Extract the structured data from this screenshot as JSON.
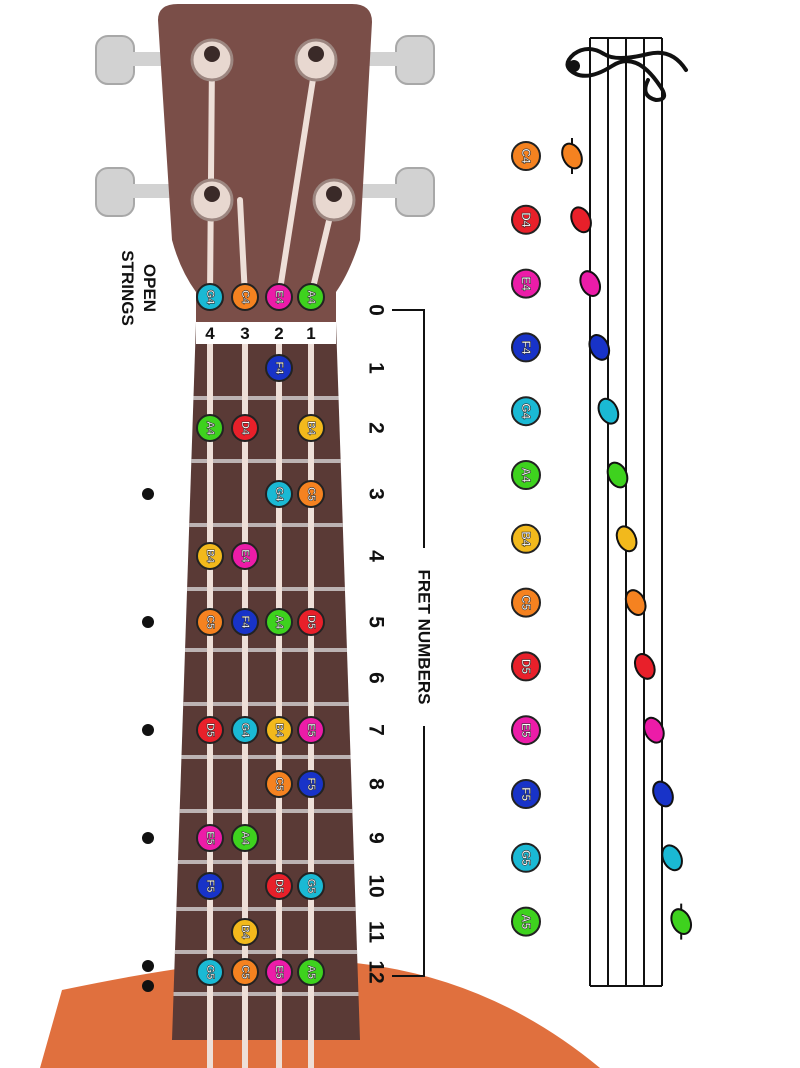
{
  "labels": {
    "open_strings_line1": "OPEN",
    "open_strings_line2": "STRINGS",
    "fret_numbers": "FRET NUMBERS"
  },
  "colors": {
    "C": "#f58220",
    "D": "#e8202a",
    "E": "#ec1ca8",
    "F": "#1833c8",
    "G": "#1ab9d4",
    "A": "#3ed21e",
    "B": "#f2b91c",
    "headstock": "#7a4e48",
    "fretboard": "#5a3a36",
    "body": "#e0703e",
    "string": "#eedfd8",
    "fret": "#bcb3b3"
  },
  "string_numbers": [
    "4",
    "3",
    "2",
    "1"
  ],
  "fret_numbers": [
    "0",
    "1",
    "2",
    "3",
    "4",
    "5",
    "6",
    "7",
    "8",
    "9",
    "10",
    "11",
    "12"
  ],
  "open_notes": [
    "G4",
    "C4",
    "E4",
    "A4"
  ],
  "fretboard_notes": [
    {
      "fret": 1,
      "string": 2,
      "note": "F4"
    },
    {
      "fret": 2,
      "string": 4,
      "note": "A4"
    },
    {
      "fret": 2,
      "string": 3,
      "note": "D4"
    },
    {
      "fret": 2,
      "string": 1,
      "note": "B4"
    },
    {
      "fret": 3,
      "string": 2,
      "note": "G4"
    },
    {
      "fret": 3,
      "string": 1,
      "note": "C5"
    },
    {
      "fret": 4,
      "string": 4,
      "note": "B4"
    },
    {
      "fret": 4,
      "string": 3,
      "note": "E4"
    },
    {
      "fret": 5,
      "string": 4,
      "note": "C5"
    },
    {
      "fret": 5,
      "string": 3,
      "note": "F4"
    },
    {
      "fret": 5,
      "string": 2,
      "note": "A4"
    },
    {
      "fret": 5,
      "string": 1,
      "note": "D5"
    },
    {
      "fret": 7,
      "string": 4,
      "note": "D5"
    },
    {
      "fret": 7,
      "string": 3,
      "note": "G4"
    },
    {
      "fret": 7,
      "string": 2,
      "note": "B4"
    },
    {
      "fret": 7,
      "string": 1,
      "note": "E5"
    },
    {
      "fret": 8,
      "string": 2,
      "note": "C5"
    },
    {
      "fret": 8,
      "string": 1,
      "note": "F5"
    },
    {
      "fret": 9,
      "string": 4,
      "note": "E5"
    },
    {
      "fret": 9,
      "string": 3,
      "note": "A4"
    },
    {
      "fret": 10,
      "string": 4,
      "note": "F5"
    },
    {
      "fret": 10,
      "string": 2,
      "note": "D5"
    },
    {
      "fret": 10,
      "string": 1,
      "note": "G5"
    },
    {
      "fret": 11,
      "string": 3,
      "note": "B4"
    },
    {
      "fret": 12,
      "string": 4,
      "note": "G5"
    },
    {
      "fret": 12,
      "string": 3,
      "note": "C5"
    },
    {
      "fret": 12,
      "string": 2,
      "note": "E5"
    },
    {
      "fret": 12,
      "string": 1,
      "note": "A5"
    }
  ],
  "position_marker_frets": [
    3,
    5,
    7,
    9,
    12
  ],
  "staff_notes": [
    "C4",
    "D4",
    "E4",
    "F4",
    "G4",
    "A4",
    "B4",
    "C5",
    "D5",
    "E5",
    "F5",
    "G5",
    "A5"
  ]
}
